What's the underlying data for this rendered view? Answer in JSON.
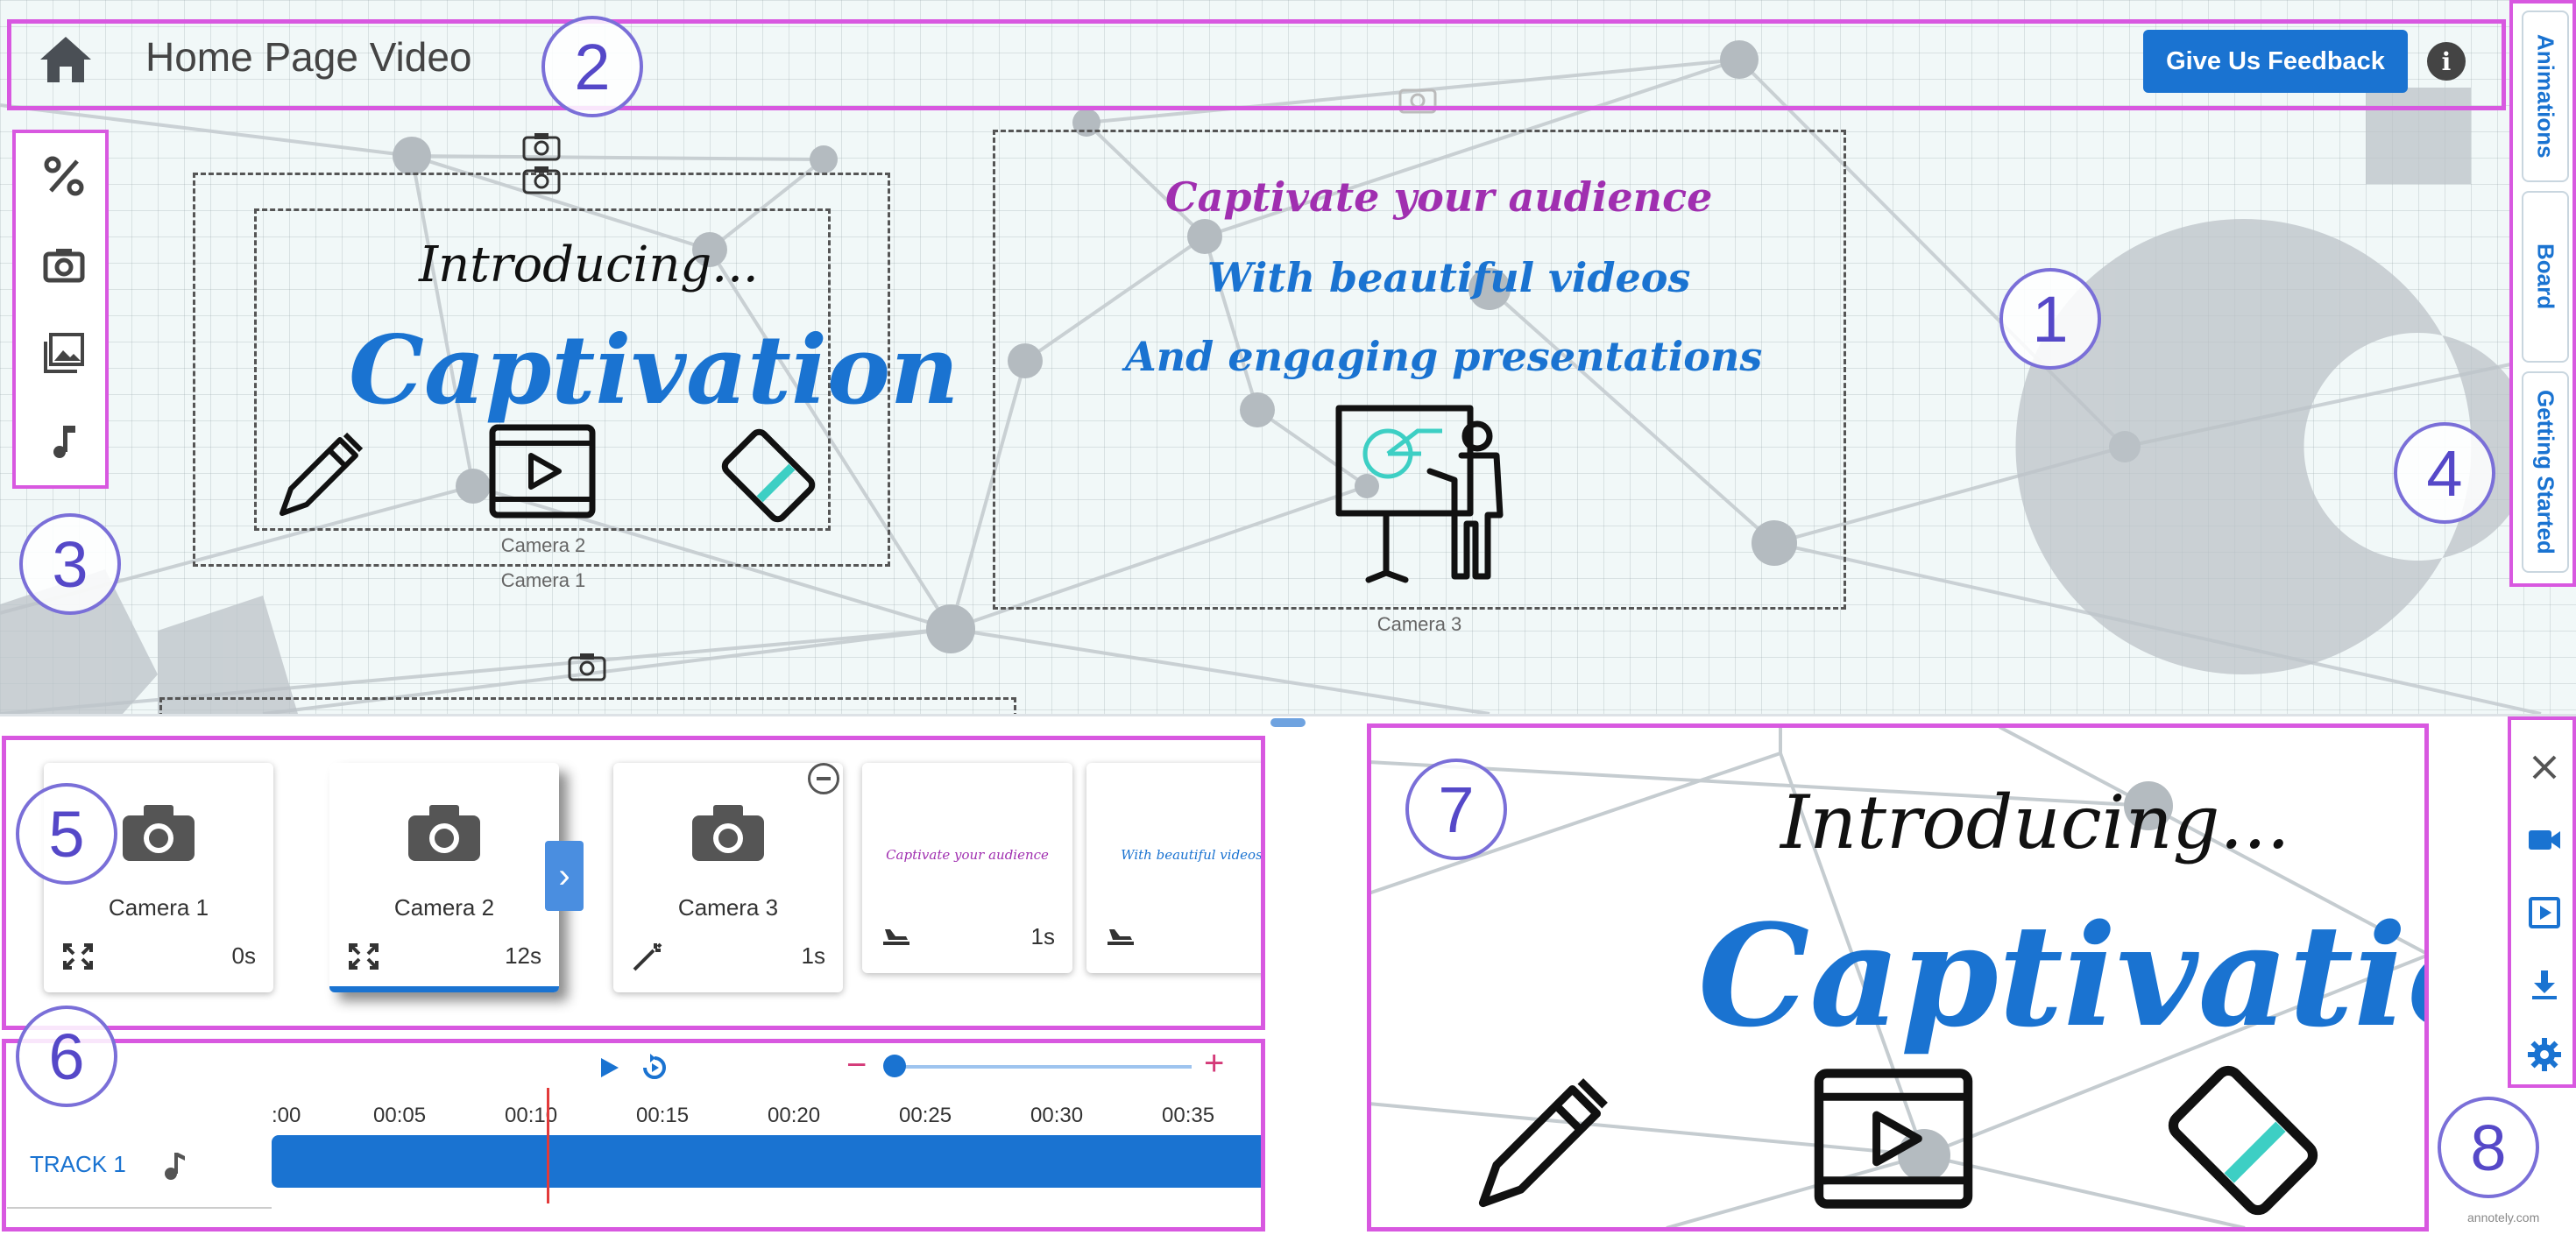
{
  "header": {
    "title": "Home Page Video",
    "feedback_label": "Give Us Feedback",
    "info_glyph": "i"
  },
  "side_tabs": [
    "Animations",
    "Board",
    "Getting Started"
  ],
  "tools": [
    "transition-icon",
    "camera-icon",
    "images-icon",
    "music-icon"
  ],
  "board": {
    "cameras": [
      "Camera 1",
      "Camera 2",
      "Camera 3"
    ],
    "intro_text": "Introducing...",
    "brand_text": "Captivation",
    "slide2_lines": [
      "Captivate your audience",
      "With beautiful videos",
      "And engaging presentations"
    ]
  },
  "cards": [
    {
      "name": "Camera 1",
      "duration": "0s",
      "icon": "fullscreen-icon"
    },
    {
      "name": "Camera 2",
      "duration": "12s",
      "icon": "fullscreen-icon"
    },
    {
      "name": "Camera 3",
      "duration": "1s",
      "icon": "magic-wand-icon"
    },
    {
      "name": "Captivate your audience",
      "duration": "1s",
      "icon": "plane-icon"
    },
    {
      "name": "With beautiful videos",
      "duration": "",
      "icon": "plane-icon"
    }
  ],
  "timeline": {
    "ticks": [
      ":00",
      "00:05",
      "00:10",
      "00:15",
      "00:20",
      "00:25",
      "00:30",
      "00:35"
    ],
    "zoom_minus": "−",
    "zoom_plus": "+",
    "track_label": "TRACK 1",
    "playhead_time": "00:10"
  },
  "preview": {
    "intro_text": "Introducing...",
    "brand_text": "Captivation"
  },
  "actions": [
    "close-icon",
    "record-icon",
    "play-preview-icon",
    "download-icon",
    "settings-icon"
  ],
  "annotations": [
    "1",
    "2",
    "3",
    "4",
    "5",
    "6",
    "7",
    "8"
  ],
  "watermark": "annotely.com",
  "colors": {
    "accent": "#1a73d1",
    "highlight": "#d858e0",
    "badge": "#7a6fd8",
    "purple_text": "#a02fb0",
    "teal": "#3dcfc4",
    "playhead": "#e23a3a"
  }
}
